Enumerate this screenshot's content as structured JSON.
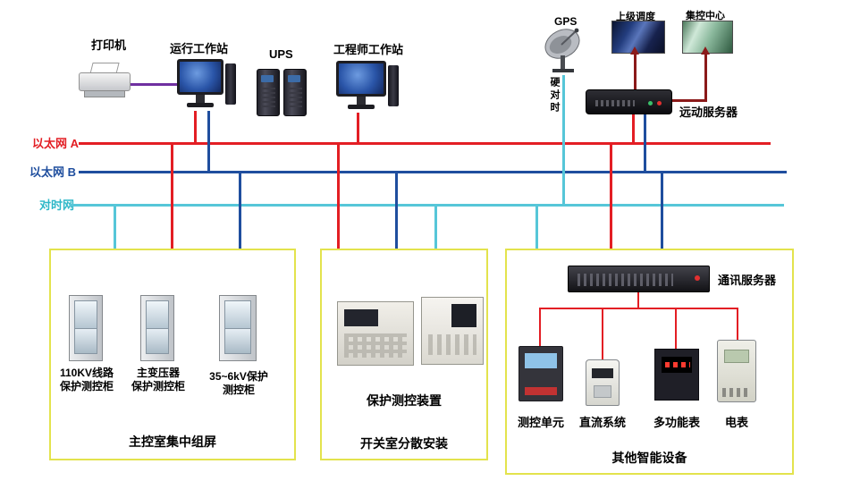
{
  "colors": {
    "ethernet_a": "#e31e24",
    "ethernet_b": "#1f4e9e",
    "time_sync_net": "#56c6d8",
    "uplink": "#8b1a1a",
    "printer_link": "#7030a0",
    "group_border": "#e3e34d",
    "distribution": "#e31e24"
  },
  "buses": {
    "ethernet_a": {
      "label": "以太网 A"
    },
    "ethernet_b": {
      "label": "以太网 B"
    },
    "time_sync": {
      "label": "对时网"
    }
  },
  "top": {
    "printer": {
      "label": "打印机"
    },
    "operator_ws": {
      "label": "运行工作站"
    },
    "ups": {
      "label": "UPS"
    },
    "engineer_ws": {
      "label": "工程师工作站"
    },
    "gps": {
      "label": "GPS"
    },
    "superior_dispatch": {
      "label": "上级调度"
    },
    "central_control": {
      "label": "集控中心"
    },
    "hard_time": {
      "label": "硬对时"
    },
    "telecontrol_server": {
      "label": "远动服务器"
    }
  },
  "groups": {
    "left": {
      "cabinets": [
        {
          "line1": "110KV线路",
          "line2": "保护测控柜"
        },
        {
          "line1": "主变压器",
          "line2": "保护测控柜"
        },
        {
          "line1": "35~6kV保护",
          "line2": "测控柜"
        }
      ],
      "caption": "主控室集中组屏"
    },
    "middle": {
      "device_label": "保护测控装置",
      "caption": "开关室分散安装"
    },
    "right": {
      "comm_server": {
        "label": "通讯服务器"
      },
      "devices": [
        {
          "label": "测控单元"
        },
        {
          "label": "直流系统"
        },
        {
          "label": "多功能表"
        },
        {
          "label": "电表"
        }
      ],
      "caption": "其他智能设备"
    }
  }
}
